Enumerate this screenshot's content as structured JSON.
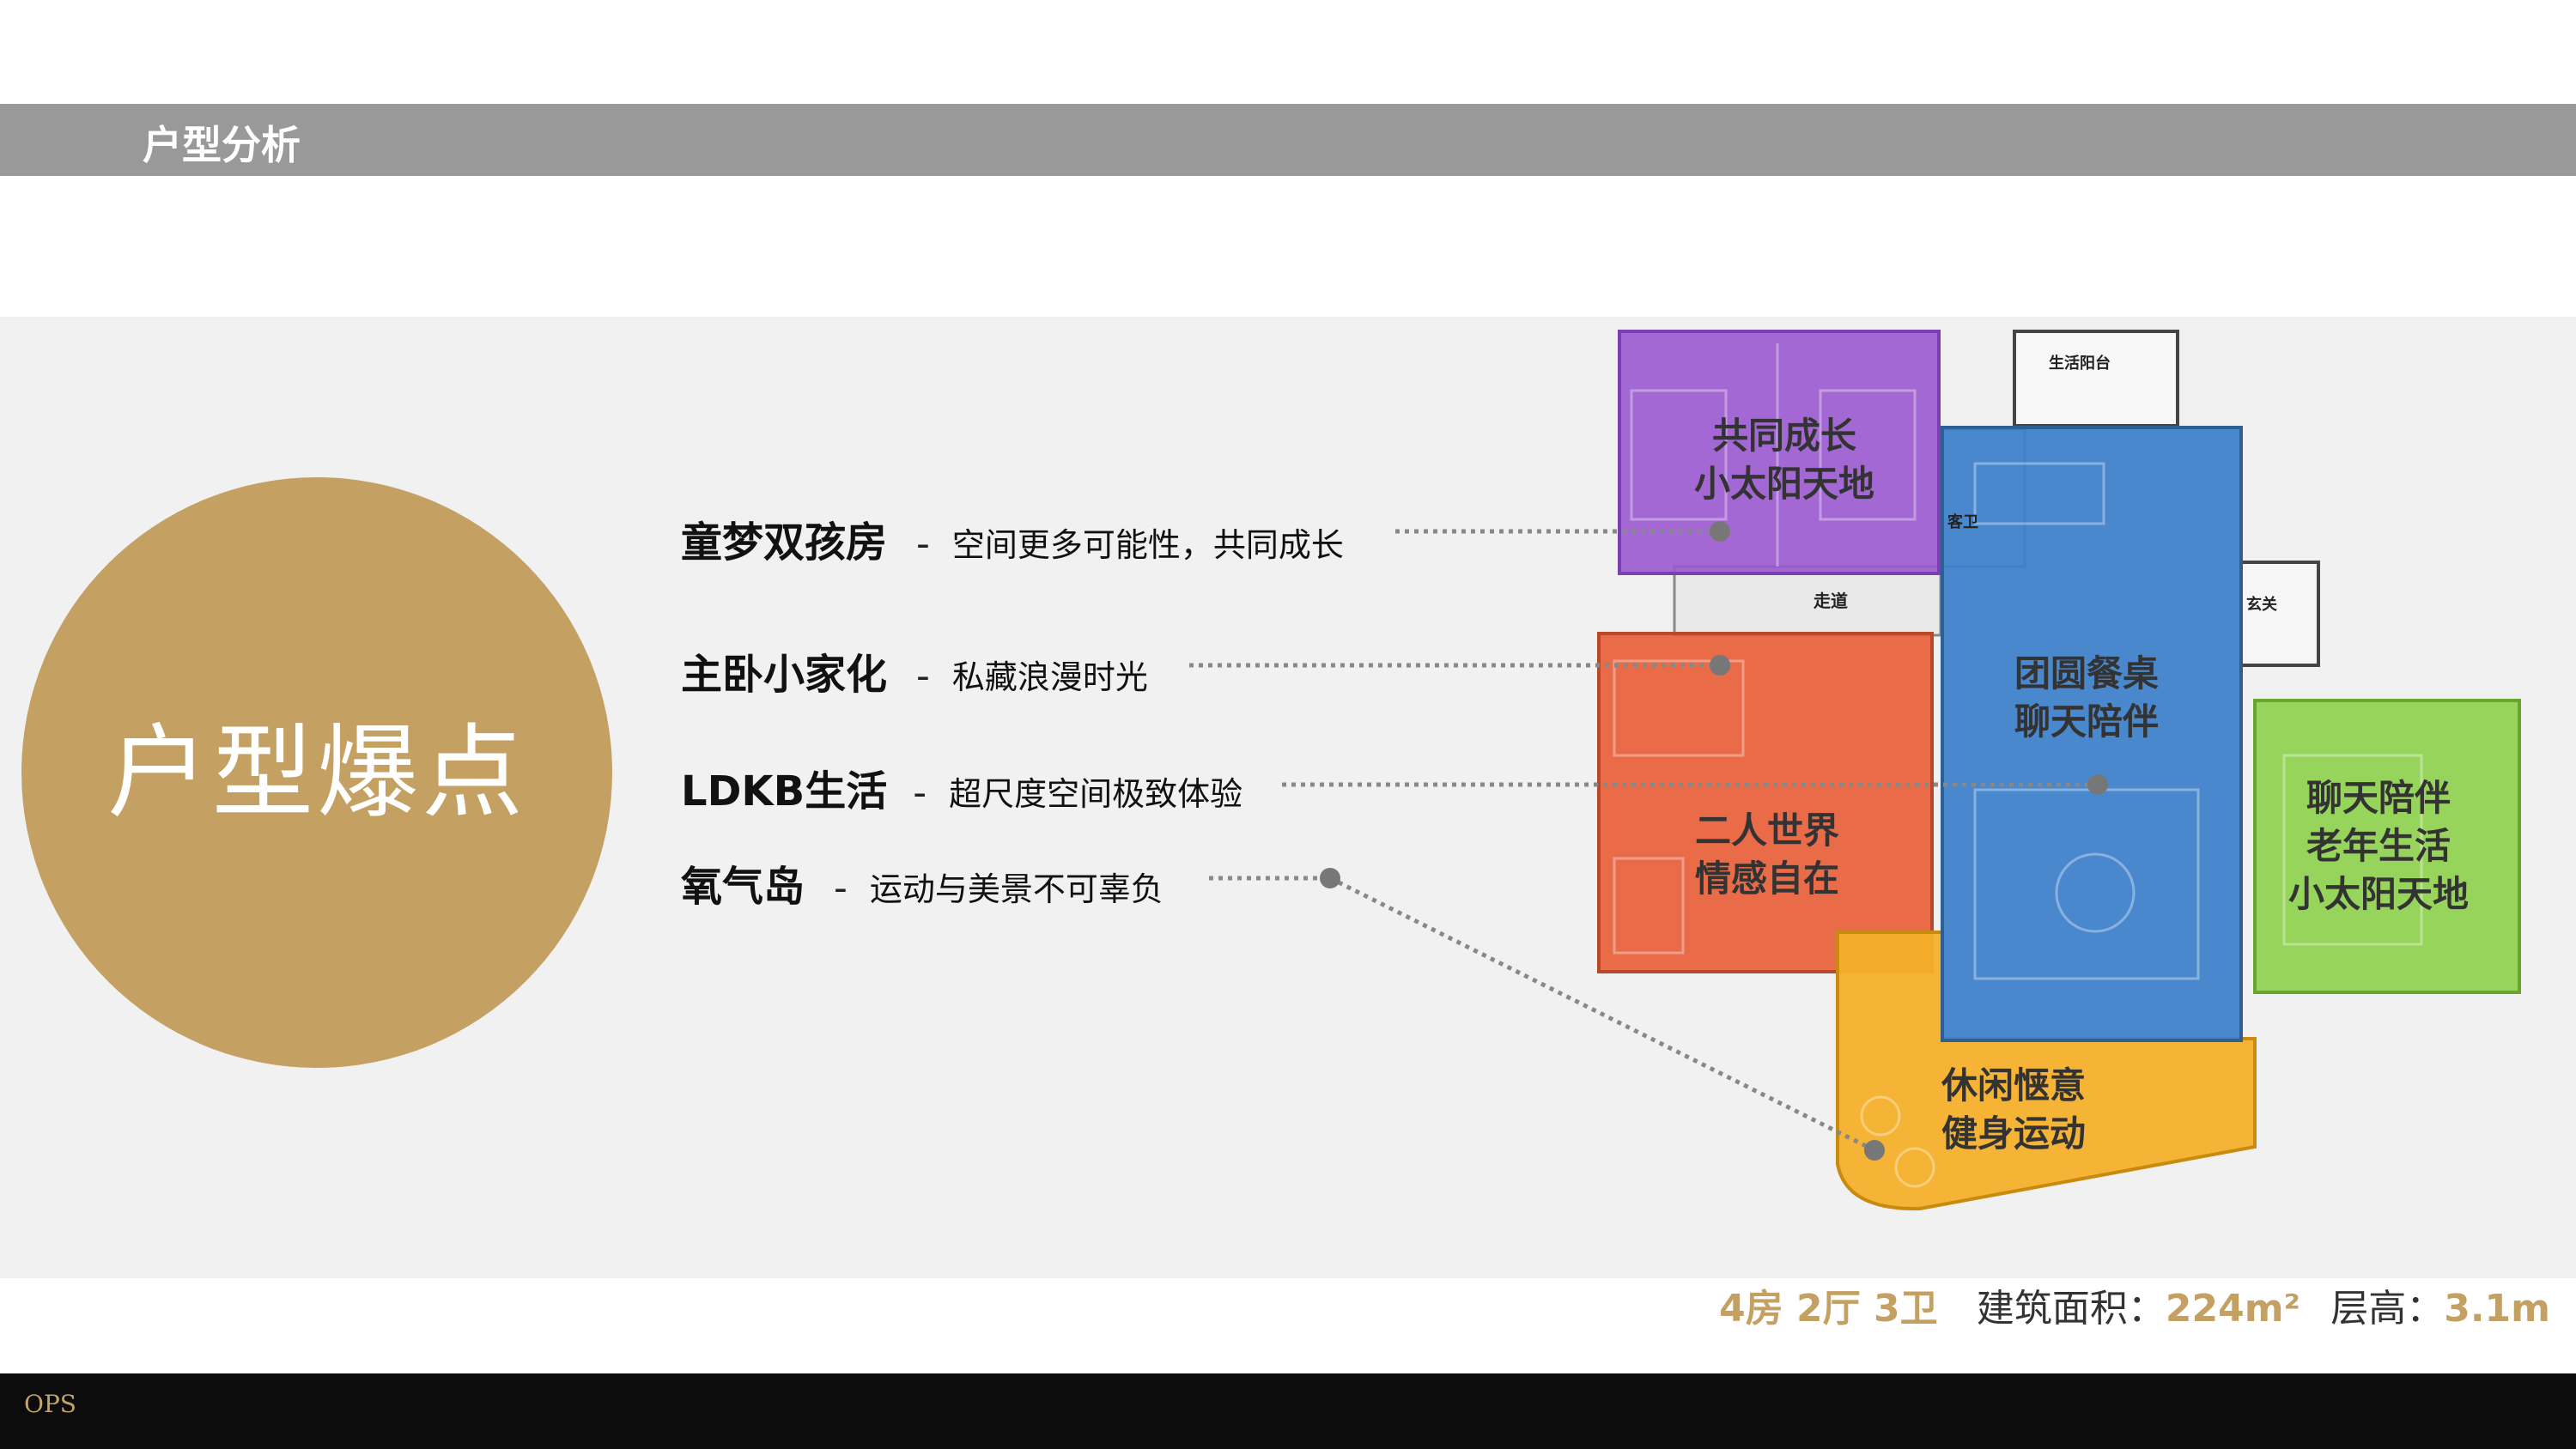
{
  "header": {
    "title": "户型分析"
  },
  "hero": {
    "title": "户型爆点"
  },
  "features": [
    {
      "title": "童梦双孩房",
      "separator": "-",
      "desc": "空间更多可能性，共同成长"
    },
    {
      "title": "主卧小家化",
      "separator": "-",
      "desc": "私藏浪漫时光"
    },
    {
      "title": "LDKB生活",
      "separator": "-",
      "desc": "超尺度空间极致体验"
    },
    {
      "title": "氧气岛",
      "separator": "-",
      "desc": "运动与美景不可辜负"
    }
  ],
  "floorplan": {
    "rooms": [
      {
        "line1": "共同成长",
        "line2": "小太阳天地",
        "color": "#9b59d0"
      },
      {
        "line1": "二人世界",
        "line2": "情感自在",
        "color": "#e8603a"
      },
      {
        "line1": "团圆餐桌",
        "line2": "聊天陪伴",
        "color": "#3f82c9"
      },
      {
        "line1": "聊天陪伴",
        "line2": "老年生活",
        "line3": "小太阳天地",
        "color": "#8fd14f"
      },
      {
        "line1": "休闲惬意",
        "line2": "健身运动",
        "color": "#f4b02a"
      }
    ],
    "small_labels": [
      "生活阳台",
      "走道",
      "客卫",
      "玄关"
    ]
  },
  "stats": {
    "rooms": "4房 2厅 3卫",
    "area_label": "建筑面积：",
    "area_value": "224m²",
    "height_label": "层高：",
    "height_value": "3.1m"
  },
  "footer": {
    "text": "OPS"
  },
  "colors": {
    "gold": "#c4a063",
    "header_gray": "#999999",
    "panel_bg": "#f1f1f1",
    "footer_bg": "#0c0c0c"
  }
}
